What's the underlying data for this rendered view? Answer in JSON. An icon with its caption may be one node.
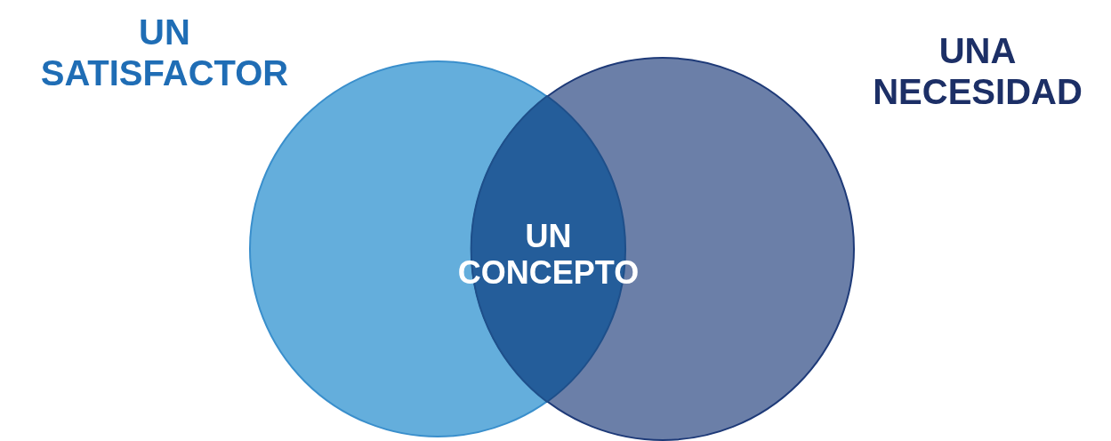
{
  "diagram": {
    "nodes": [
      {
        "text": [
          "UN SATISFACTOR"
        ]
      },
      {
        "text": [
          "UNA NECESIDAD"
        ]
      },
      {
        "text": [
          "UN CONCEPTO"
        ]
      }
    ],
    "edges": []
  }
}
